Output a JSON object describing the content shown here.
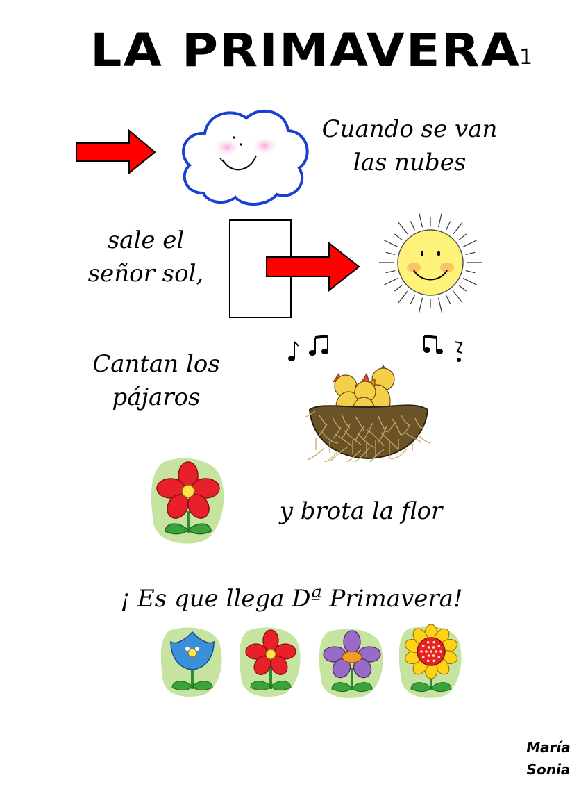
{
  "title": "LA PRIMAVERA",
  "page_number": "1",
  "verses": {
    "clouds": [
      "Cuando se van",
      "las nubes"
    ],
    "sun": [
      "sale el",
      "señor sol,"
    ],
    "birds": [
      "Cantan los",
      "pájaros"
    ],
    "flower": "y brota la flor",
    "closing": "¡ Es que llega Dª Primavera!"
  },
  "signature": [
    "María",
    "Sonia"
  ],
  "icons": [
    "arrow-right-icon",
    "smiling-cloud-icon",
    "smiling-sun-icon",
    "music-notes-icon",
    "bird-nest-icon",
    "flower-icon"
  ],
  "colors": {
    "arrow": "#ff0000",
    "cloud_outline": "#1a3fd4",
    "sun": "#fff27a",
    "flower_red": "#e8202a",
    "leaf_green": "#3aa43a",
    "nest": "#6b5328"
  }
}
